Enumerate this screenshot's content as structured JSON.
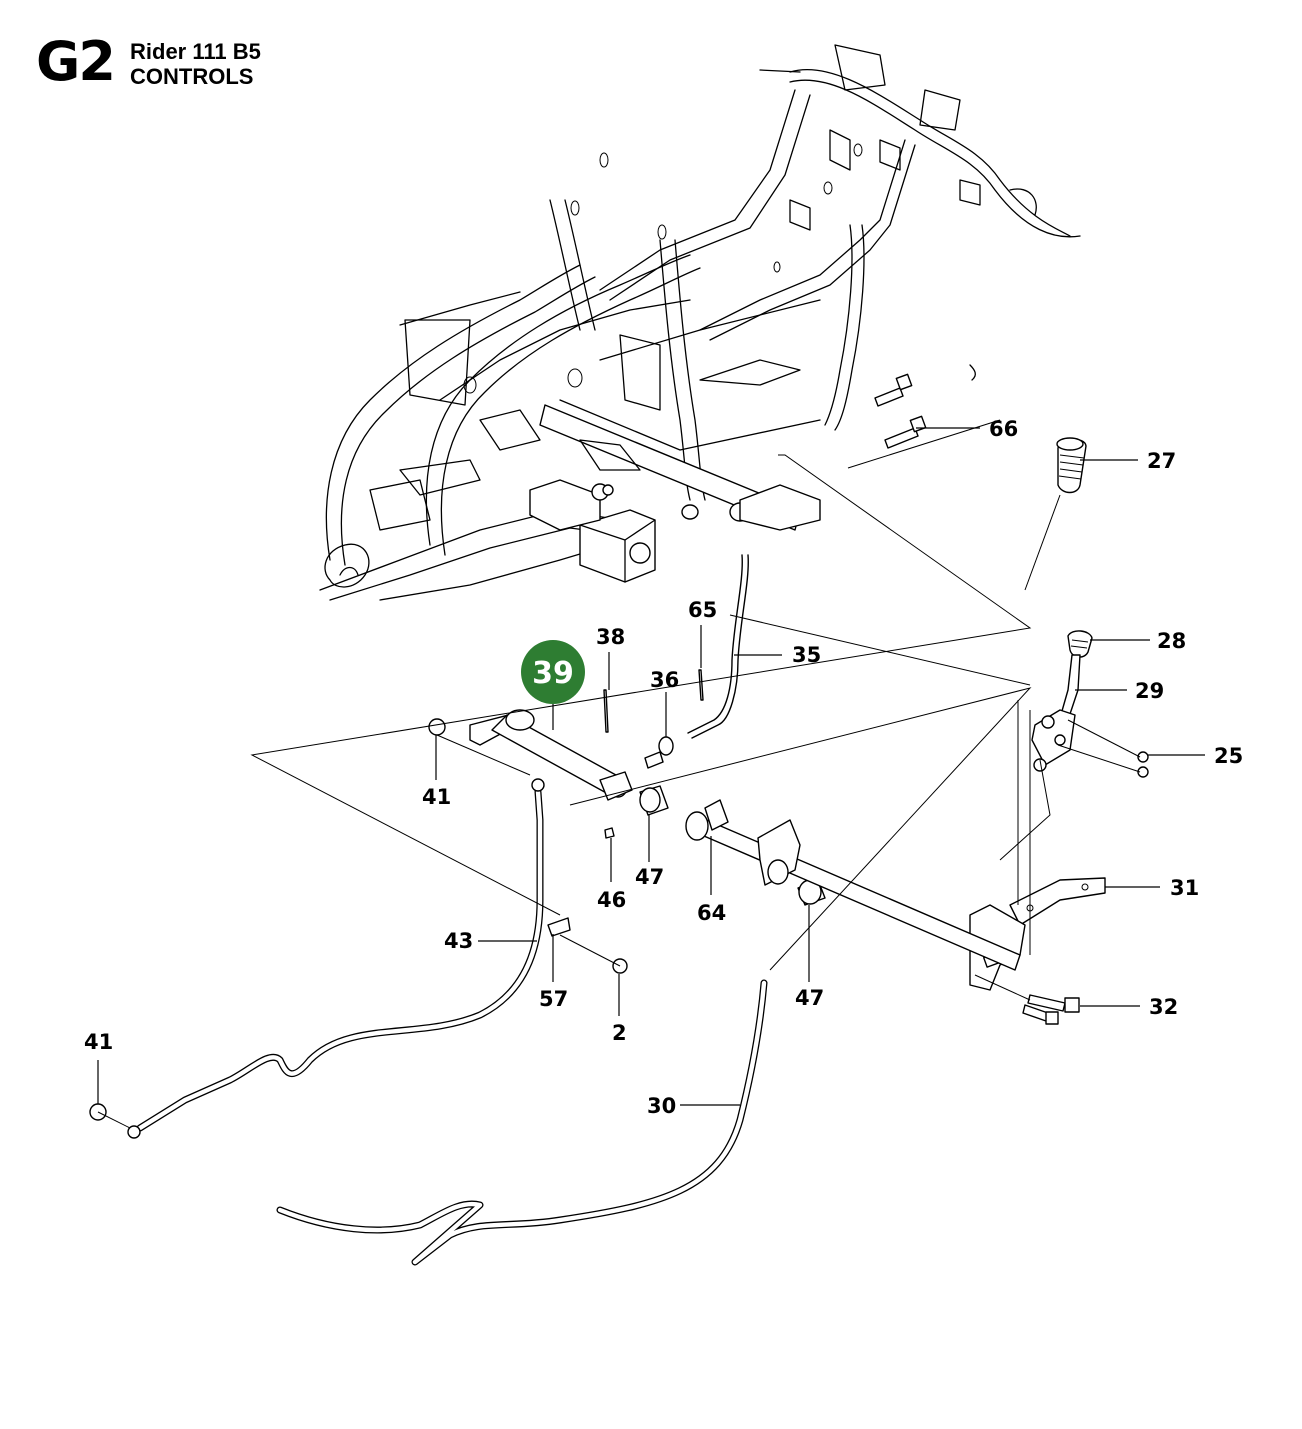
{
  "header": {
    "section_code": "G2",
    "model": "Rider 111 B5",
    "title": "CONTROLS"
  },
  "highlight": {
    "part_number": "39",
    "color": "#2e7d32"
  },
  "callouts": [
    {
      "key": "66",
      "label": "66"
    },
    {
      "key": "27",
      "label": "27"
    },
    {
      "key": "28",
      "label": "28"
    },
    {
      "key": "29",
      "label": "29"
    },
    {
      "key": "25",
      "label": "25"
    },
    {
      "key": "31",
      "label": "31"
    },
    {
      "key": "32",
      "label": "32"
    },
    {
      "key": "38",
      "label": "38"
    },
    {
      "key": "65",
      "label": "65"
    },
    {
      "key": "35",
      "label": "35"
    },
    {
      "key": "36",
      "label": "36"
    },
    {
      "key": "41a",
      "label": "41"
    },
    {
      "key": "47a",
      "label": "47"
    },
    {
      "key": "46",
      "label": "46"
    },
    {
      "key": "64",
      "label": "64"
    },
    {
      "key": "47b",
      "label": "47"
    },
    {
      "key": "43",
      "label": "43"
    },
    {
      "key": "57",
      "label": "57"
    },
    {
      "key": "2",
      "label": "2"
    },
    {
      "key": "41b",
      "label": "41"
    },
    {
      "key": "30",
      "label": "30"
    }
  ]
}
